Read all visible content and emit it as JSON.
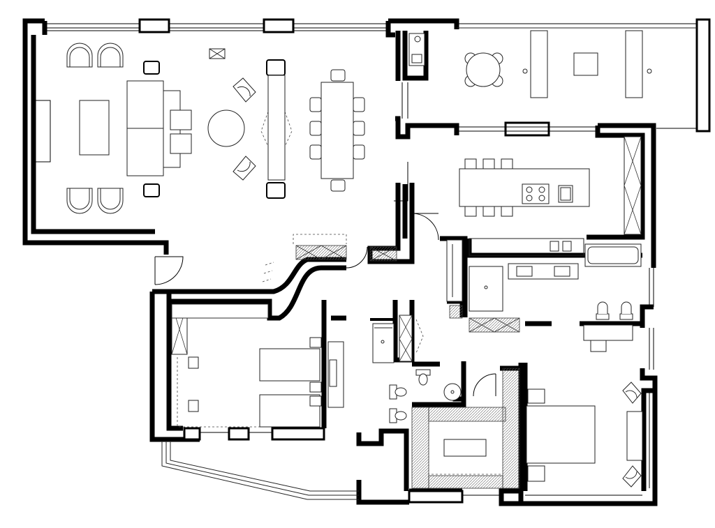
{
  "drawing": {
    "kind": "floor-plan",
    "annotations": [],
    "rooms": [
      {
        "id": "living-dining",
        "furniture": [
          "armchair",
          "armchair",
          "armchair",
          "armchair",
          "sofa",
          "coffee-table",
          "side-table",
          "round-table",
          "lounge-chair",
          "lounge-chair",
          "dining-table",
          "dining-chair"
        ]
      },
      {
        "id": "terrace",
        "furniture": [
          "round-table",
          "bench",
          "bench",
          "outdoor-table"
        ]
      },
      {
        "id": "kitchen",
        "furniture": [
          "kitchen-island",
          "cooktop",
          "sink",
          "bar-stool"
        ]
      },
      {
        "id": "laundry",
        "furniture": [
          "washbasin",
          "washbasin",
          "bathtub"
        ]
      },
      {
        "id": "bathroom-main",
        "furniture": [
          "bidet",
          "toilet",
          "vanity"
        ]
      },
      {
        "id": "bedroom-guest",
        "furniture": [
          "bed",
          "bed",
          "desk",
          "wardrobe"
        ]
      },
      {
        "id": "bathroom-guest",
        "furniture": [
          "shower",
          "toilet",
          "bidet"
        ]
      },
      {
        "id": "walk-in-closet",
        "furniture": [
          "ottoman",
          "shelving"
        ]
      },
      {
        "id": "bedroom-master",
        "furniture": [
          "double-bed",
          "nightstand",
          "nightstand",
          "armchair",
          "armchair",
          "dresser"
        ]
      },
      {
        "id": "balcony",
        "furniture": []
      }
    ],
    "colors": {
      "wall": "#000000",
      "line": "#222222",
      "background": "#ffffff"
    }
  }
}
